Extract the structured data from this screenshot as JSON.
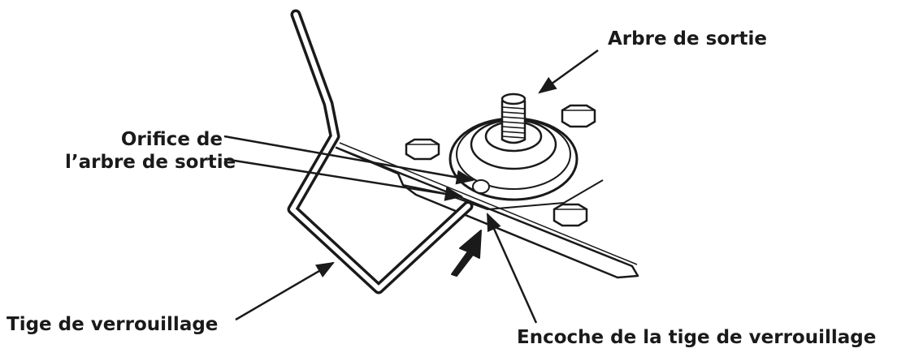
{
  "labels": {
    "output_shaft": "Arbre de sortie",
    "output_shaft_hole_line1": "Orifice de",
    "output_shaft_hole_line2": "l’arbre de sortie",
    "lock_rod": "Tige de verrouillage",
    "lock_rod_notch": "Encoche de la tige de verrouillage"
  },
  "colors": {
    "line": "#1a1a1a",
    "background": "#ffffff"
  },
  "icons": {
    "push_arrow": "push-direction-arrow"
  }
}
